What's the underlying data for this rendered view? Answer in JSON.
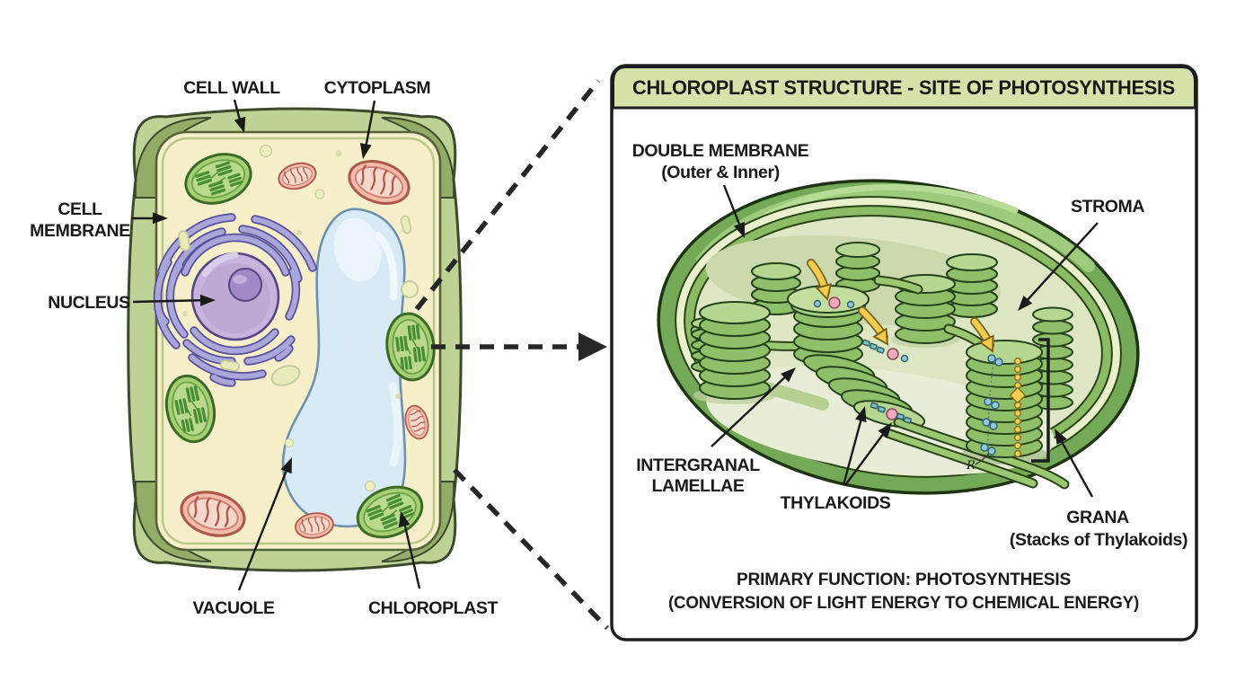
{
  "colors": {
    "background": "#ffffff",
    "outline": "#1d1d1d",
    "cell_wall": "#bdd295",
    "cell_wall_corner": "#93ac67",
    "cytoplasm": "#f6efca",
    "nucleus": "#c6b4dc",
    "nucleolus": "#a18ac6",
    "endoplasmic_reticulum": "#aba6da",
    "vacuole": "#d9eaf7",
    "chloroplast_fill": "#a6ce74",
    "chloroplast_grana": "#4a8f35",
    "mitochondrion_fill": "#f3bbaa",
    "mitochondrion_outline": "#ad584a",
    "panel_header": "#d5e3aa",
    "chloroplast_membrane": "#74aa57",
    "intermembrane_space": "#e9f1cc",
    "stroma_fill": "#dde7c3",
    "granum_disk": "#8fbf68",
    "light_arrow": "#f2cc4e"
  },
  "cell_diagram": {
    "labels": {
      "cell_wall": "CELL WALL",
      "cytoplasm": "CYTOPLASM",
      "cell_membrane_line1": "CELL",
      "cell_membrane_line2": "MEMBRANE",
      "nucleus": "NUCLEUS",
      "vacuole": "VACUOLE",
      "chloroplast": "CHLOROPLAST"
    }
  },
  "panel": {
    "title": "CHLOROPLAST STRUCTURE - SITE OF PHOTOSYNTHESIS",
    "labels": {
      "double_membrane_line1": "DOUBLE MEMBRANE",
      "double_membrane_line2": "(Outer & Inner)",
      "stroma": "STROMA",
      "intergranal_line1": "INTERGRANAL",
      "intergranal_line2": "LAMELLAE",
      "thylakoids": "THYLAKOIDS",
      "grana_line1": "GRANA",
      "grana_line2": "(Stacks of Thylakoids)",
      "r_annotation": "R"
    },
    "function_line1": "PRIMARY FUNCTION: PHOTOSYNTHESIS",
    "function_line2": "(CONVERSION OF LIGHT ENERGY TO CHEMICAL ENERGY)"
  }
}
